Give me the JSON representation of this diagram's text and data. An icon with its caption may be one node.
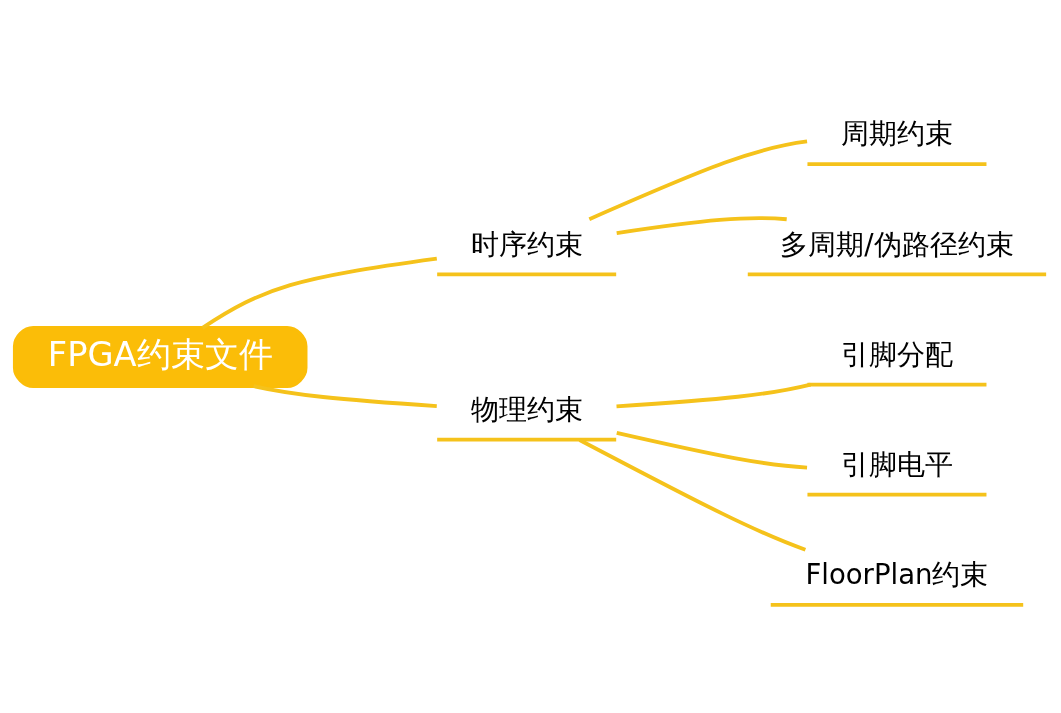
{
  "diagram": {
    "nodes": [
      {
        "text": [
          "FPGA约束文件"
        ]
      },
      {
        "text": [
          "时序约束"
        ]
      },
      {
        "text": [
          "周期约束"
        ]
      },
      {
        "text": [
          "多周期/伪路径约束"
        ]
      },
      {
        "text": [
          "物理约束"
        ]
      },
      {
        "text": [
          "引脚分配"
        ]
      },
      {
        "text": [
          "引脚电平"
        ]
      },
      {
        "text": [
          "FloorPlan约束"
        ]
      }
    ],
    "edges": [
      {
        "from": 0,
        "to": 1,
        "arrow": "none"
      },
      {
        "from": 1,
        "to": 2,
        "arrow": "none"
      },
      {
        "from": 1,
        "to": 3,
        "arrow": "none"
      },
      {
        "from": 0,
        "to": 4,
        "arrow": "none"
      },
      {
        "from": 4,
        "to": 5,
        "arrow": "none"
      },
      {
        "from": 4,
        "to": 6,
        "arrow": "none"
      },
      {
        "from": 4,
        "to": 7,
        "arrow": "none"
      }
    ]
  }
}
